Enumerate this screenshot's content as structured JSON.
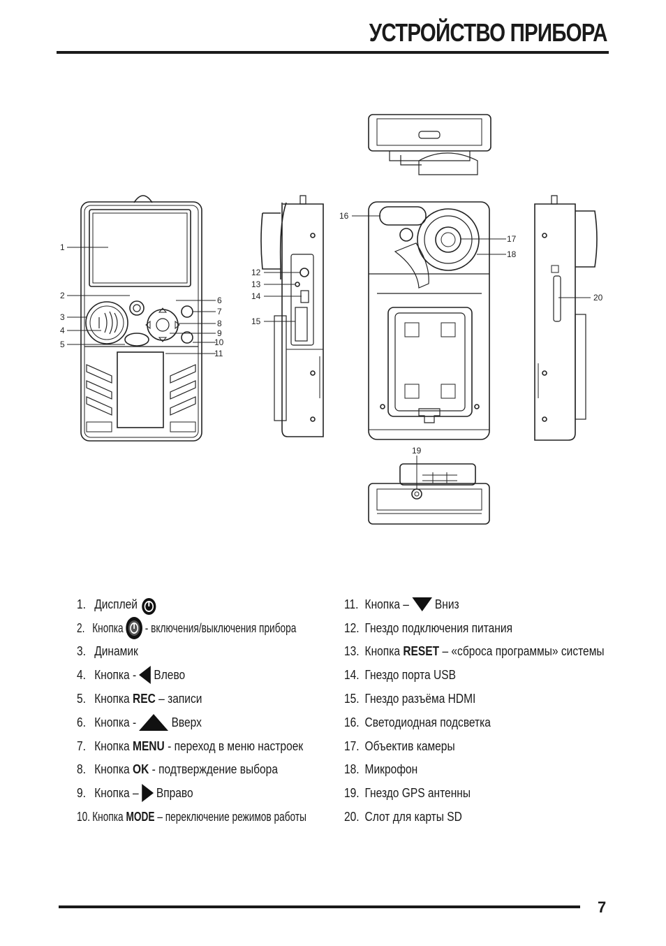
{
  "header": {
    "title": "УСТРОЙСТВО ПРИБОРА"
  },
  "footer": {
    "page_number": "7"
  },
  "diagram": {
    "callouts": [
      "1",
      "2",
      "3",
      "4",
      "5",
      "6",
      "7",
      "8",
      "9",
      "10",
      "11",
      "12",
      "13",
      "14",
      "15",
      "16",
      "17",
      "18",
      "19",
      "20"
    ]
  },
  "legend_left": [
    {
      "num": "1.",
      "text": "Дисплей",
      "icon": "power-button-icon"
    },
    {
      "num": "2.",
      "text": "Кнопка",
      "suffix": "- включения/выключения прибора",
      "icon": "power-button-icon"
    },
    {
      "num": "3.",
      "text": "Динамик"
    },
    {
      "num": "4.",
      "text": "Кнопка -",
      "suffix": "Влево",
      "icon": "arrow-left-icon"
    },
    {
      "num": "5.",
      "text": "Кнопка",
      "bold": "REC",
      "suffix": "– записи"
    },
    {
      "num": "6.",
      "text": "Кнопка -",
      "suffix": "Вверх",
      "icon": "arrow-up-icon"
    },
    {
      "num": "7.",
      "text": "Кнопка",
      "bold": "MENU",
      "suffix": "- переход в меню настроек"
    },
    {
      "num": "8.",
      "text": "Кнопка",
      "bold": "OK",
      "suffix": " - подтверждение выбора"
    },
    {
      "num": "9.",
      "text": "Кнопка –",
      "suffix": "Вправо",
      "icon": "arrow-right-icon"
    },
    {
      "num": "10.",
      "text": "Кнопка",
      "bold": "MODE",
      "suffix": "– переключение режимов работы"
    }
  ],
  "legend_right": [
    {
      "num": "11.",
      "text": "Кнопка –",
      "suffix": "Вниз",
      "icon": "arrow-down-icon"
    },
    {
      "num": "12.",
      "text": "Гнездо подключения питания"
    },
    {
      "num": "13.",
      "text": "Кнопка",
      "bold": "RESET",
      "suffix": "– «сброса программы» системы"
    },
    {
      "num": "14.",
      "text": "Гнездо порта USB"
    },
    {
      "num": "15.",
      "text": "Гнездо разъёма HDMI"
    },
    {
      "num": "16.",
      "text": "Светодиодная подсветка"
    },
    {
      "num": "17.",
      "text": "Объектив камеры"
    },
    {
      "num": "18.",
      "text": "Микрофон"
    },
    {
      "num": "19.",
      "text": "Гнездо GPS антенны"
    },
    {
      "num": "20.",
      "text": "Слот для карты SD"
    }
  ]
}
